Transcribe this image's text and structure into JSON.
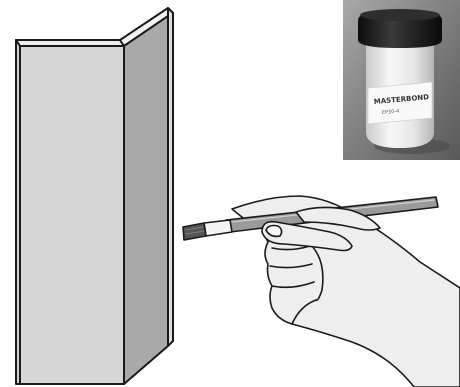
{
  "figure": {
    "panels": [
      {
        "name": "folded-panel",
        "depicts": "folded-panel"
      },
      {
        "name": "jar-photo",
        "depicts": "jar-photo"
      },
      {
        "name": "hand-with-brush",
        "depicts": "hand-with-brush"
      }
    ]
  },
  "jar": {
    "label_brand": "MASTERBOND",
    "label_sub": "EP30-4"
  },
  "colors": {
    "outline": "#1a1a1a",
    "panel_front": "#d6d6d6",
    "panel_side": "#a9a9a9",
    "panel_top": "#eeeeee",
    "brush_handle": "#9a9a9a",
    "brush_ferrule": "#f4f4f4",
    "brush_bristles": "#555555",
    "hand_fill": "#eeeeee",
    "photo_bg": "#8a8a8a",
    "jar_body": "#f0f0f0",
    "jar_lid": "#1c1c1c"
  }
}
